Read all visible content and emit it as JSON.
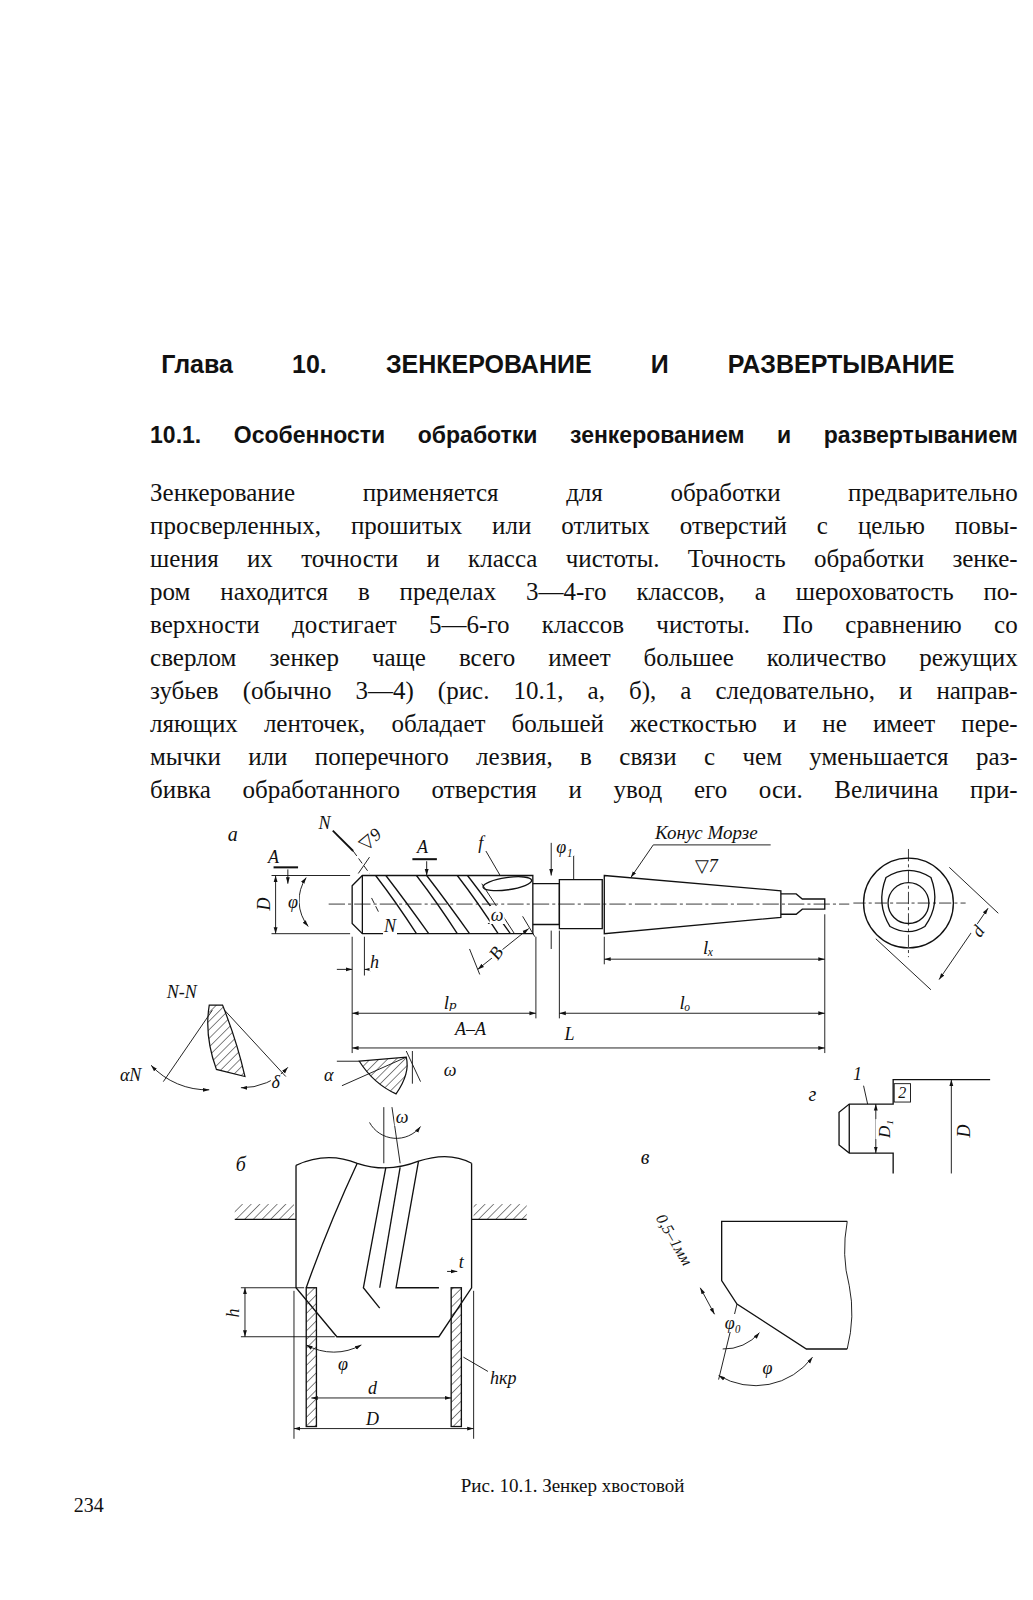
{
  "diagram": {
    "title": "Глава 10. ЗЕНКЕРОВАНИЕ И РАЗВЕРТЫВАНИЕ",
    "caption": "Рис. 10.1. Зенкер хвостовой",
    "labels": [
      "10.1. Особенности обработки зенкерованием и развертыванием",
      "Зенкерование применяется для обработки предварительно",
      "просверленных, прошитых или отлитых отверстий с целью повы-",
      "шения их точности и класса чистоты. Точность обработки зенке-",
      "ром находится в пределах 3—4-го классов, а шероховатость по-",
      "верхности достигает 5—6-го классов чистоты. По сравнению со",
      "сверлом зенкер чаще всего имеет большее количество режущих",
      "зубьев (обычно 3—4) (рис. 10.1, а, б), а следовательно, и направ-",
      "ляющих ленточек, обладает большей жесткостью и не имеет пере-",
      "мычки или поперечного лезвия, в связи с чем уменьшается раз-",
      "бивка обработанного отверстия и увод его оси. Величина при-",
      "а",
      "N",
      "▽9",
      "A",
      "A",
      "f",
      "φ₁",
      "Конус Морзе",
      "▽7",
      "D",
      "φ",
      "N",
      "ω",
      "B",
      "d",
      "N-N",
      "h",
      "lₚ",
      "lₓ",
      "lₒ",
      "A–A",
      "L",
      "αN",
      "δ",
      "α",
      "ω",
      "ω",
      "г",
      "1",
      "2",
      "D₁",
      "D",
      "б",
      "в",
      "h",
      "t",
      "φ",
      "hкр",
      "d",
      "D",
      "0,5–1мм",
      "φ₀",
      "φ",
      "234"
    ]
  }
}
